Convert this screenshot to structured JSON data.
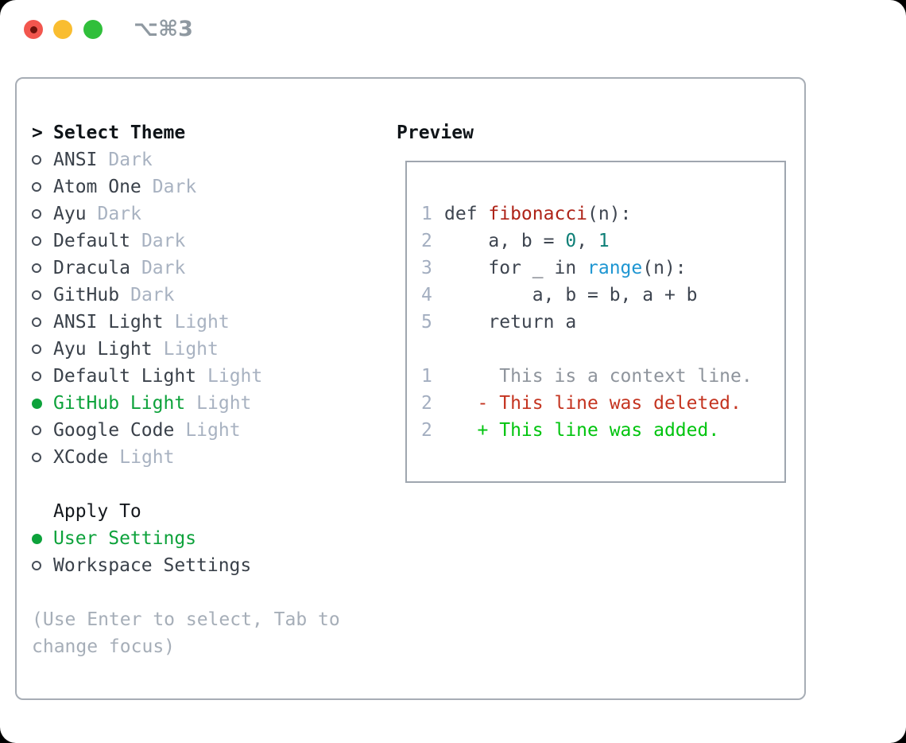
{
  "window": {
    "title": "⌥⌘3",
    "traffic_lights": {
      "close": "close-button",
      "minimize": "minimize-button",
      "zoom": "zoom-button"
    },
    "has_unsaved_indicator": true
  },
  "theme_panel": {
    "header": {
      "prompt": ">",
      "label": "Select Theme"
    },
    "themes": [
      {
        "name": "ANSI",
        "tag": "Dark",
        "selected": false
      },
      {
        "name": "Atom One",
        "tag": "Dark",
        "selected": false
      },
      {
        "name": "Ayu",
        "tag": "Dark",
        "selected": false
      },
      {
        "name": "Default",
        "tag": "Dark",
        "selected": false
      },
      {
        "name": "Dracula",
        "tag": "Dark",
        "selected": false
      },
      {
        "name": "GitHub",
        "tag": "Dark",
        "selected": false
      },
      {
        "name": "ANSI Light",
        "tag": "Light",
        "selected": false
      },
      {
        "name": "Ayu Light",
        "tag": "Light",
        "selected": false
      },
      {
        "name": "Default Light",
        "tag": "Light",
        "selected": false
      },
      {
        "name": "GitHub Light",
        "tag": "Light",
        "selected": true
      },
      {
        "name": "Google Code",
        "tag": "Light",
        "selected": false
      },
      {
        "name": "XCode",
        "tag": "Light",
        "selected": false
      }
    ],
    "apply_to": {
      "label": "Apply To",
      "options": [
        {
          "name": "User Settings",
          "selected": true
        },
        {
          "name": "Workspace Settings",
          "selected": false
        }
      ]
    },
    "hint": [
      "(Use Enter to select, Tab to",
      "change focus)"
    ]
  },
  "preview": {
    "label": "Preview",
    "code_lines": [
      {
        "num": "1",
        "tokens": [
          {
            "text": "def ",
            "style": "plain"
          },
          {
            "text": "fibonacci",
            "style": "function"
          },
          {
            "text": "(n):",
            "style": "plain"
          }
        ]
      },
      {
        "num": "2",
        "tokens": [
          {
            "text": "    a, b = ",
            "style": "plain"
          },
          {
            "text": "0",
            "style": "number"
          },
          {
            "text": ", ",
            "style": "plain"
          },
          {
            "text": "1",
            "style": "number"
          }
        ]
      },
      {
        "num": "3",
        "tokens": [
          {
            "text": "    for _ in ",
            "style": "plain"
          },
          {
            "text": "range",
            "style": "builtin"
          },
          {
            "text": "(n):",
            "style": "plain"
          }
        ]
      },
      {
        "num": "4",
        "tokens": [
          {
            "text": "        a, b = b, a + b",
            "style": "plain"
          }
        ]
      },
      {
        "num": "5",
        "tokens": [
          {
            "text": "    return a",
            "style": "plain"
          }
        ]
      },
      {
        "num": "",
        "tokens": []
      },
      {
        "num": "1",
        "tokens": [
          {
            "text": "     This is a context line.",
            "style": "context"
          }
        ]
      },
      {
        "num": "2",
        "tokens": [
          {
            "text": "   - This line was deleted.",
            "style": "deleted"
          }
        ]
      },
      {
        "num": "2",
        "tokens": [
          {
            "text": "   + This line was added.",
            "style": "added"
          }
        ]
      }
    ]
  },
  "colors": {
    "selection_green": "#0da23b",
    "added_green": "#00c40e",
    "deleted_red": "#c43420",
    "function_red": "#ae2318",
    "number_teal": "#0e7f77",
    "builtin_blue": "#1e96d2",
    "tag_gray": "#a8b2c1",
    "hint_gray": "#a6aeb8",
    "line_number_gray": "#a3aec0",
    "panel_border": "#a7adb5",
    "traffic_red": "#f2564e",
    "traffic_yellow": "#f9bd30",
    "traffic_green": "#30bf3b"
  }
}
